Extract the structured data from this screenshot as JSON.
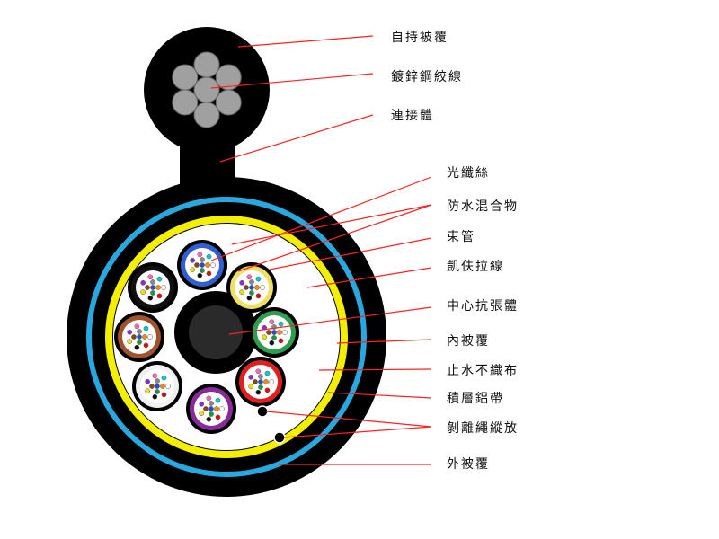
{
  "labels": [
    {
      "text": "自持被覆"
    },
    {
      "text": "鍍鋅鋼絞線"
    },
    {
      "text": "連接體"
    },
    {
      "text": "光纖絲"
    },
    {
      "text": "防水混合物"
    },
    {
      "text": "束管"
    },
    {
      "text": "凱伕拉線"
    },
    {
      "text": "中心抗張體"
    },
    {
      "text": "內被覆"
    },
    {
      "text": "止水不織布"
    },
    {
      "text": "積層鋁帶"
    },
    {
      "text": "剝離繩縱放"
    },
    {
      "text": "外被覆"
    }
  ],
  "colors": {
    "leader_line": "#ff2020",
    "jacket": "#000000",
    "water_block_tape": "#29a8e0",
    "aluminum_tape": "#f4ee00",
    "steel_strand": "#a0a0a0"
  },
  "tube_colors": [
    "#2f5fd0",
    "#f0e060",
    "#2e9e4e",
    "#e02020",
    "#8a2a9a",
    "#f0f0f0",
    "#a0522d",
    "#111111"
  ],
  "fiber_colors": [
    "#1e4fd8",
    "#ff8c00",
    "#1a9a3a",
    "#8b4513",
    "#888888",
    "#ffffff",
    "#e01010",
    "#111111",
    "#f0e000",
    "#8a2be2",
    "#ff69b4",
    "#00ced1"
  ]
}
